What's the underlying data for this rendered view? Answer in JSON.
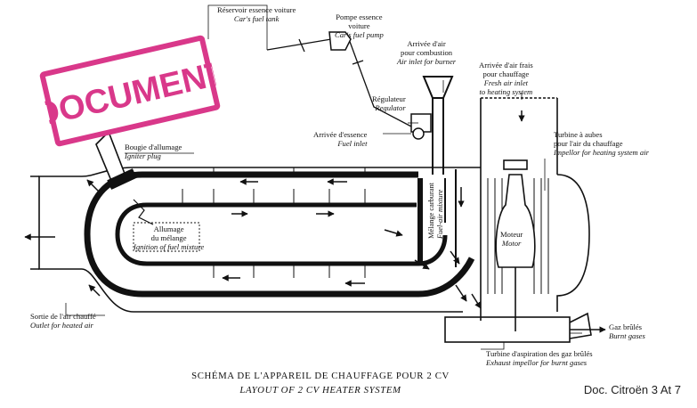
{
  "stamp": {
    "text": "DOCUMENT",
    "color": "#d9388a"
  },
  "labels": {
    "fuel_tank": {
      "fr": "Réservoir essence voiture",
      "fr2": "voiture",
      "en": "Car's fuel tank"
    },
    "fuel_pump": {
      "fr": "Pompe essence",
      "fr2": "voiture",
      "en": "Car's fuel pump"
    },
    "air_inlet_burner": {
      "fr": "Arrivée d'air",
      "fr2": "pour combustion",
      "en": "Air inlet for burner"
    },
    "regulator": {
      "fr": "Régulateur",
      "en": "Regulator"
    },
    "fuel_inlet": {
      "fr": "Arrivée d'essence",
      "en": "Fuel inlet"
    },
    "fresh_air": {
      "fr": "Arrivée d'air frais",
      "fr2": "pour chauffage",
      "en": "Fresh air inlet",
      "en2": "to heating system"
    },
    "impellor": {
      "fr": "Turbine à aubes",
      "fr2": "pour l'air du chauffage",
      "en": "Impellor for heating system air"
    },
    "igniter": {
      "fr": "Bougie d'allumage",
      "en": "Igniter plug"
    },
    "ignition": {
      "fr": "Allumage",
      "fr2": "du mélange",
      "en": "Ignition of fuel mixture"
    },
    "fuel_air_mix": {
      "fr": "Mélange carburant",
      "en": "Fuel-air mixture"
    },
    "motor": {
      "fr": "Moteur",
      "en": "Motor"
    },
    "outlet": {
      "fr": "Sortie de l'air chauffé",
      "en": "Outlet for heated air"
    },
    "burnt_gases": {
      "fr": "Gaz brûlés",
      "en": "Burnt gases"
    },
    "exhaust_impellor": {
      "fr": "Turbine d'aspiration des gaz brûlés",
      "en": "Exhaust impellor for burnt gases"
    }
  },
  "caption": {
    "fr": "SCHÉMA DE L'APPAREIL DE CHAUFFAGE POUR 2 CV",
    "en": "LAYOUT OF 2 CV HEATER SYSTEM"
  },
  "reference": "Doc. Citroën 3 At 7"
}
